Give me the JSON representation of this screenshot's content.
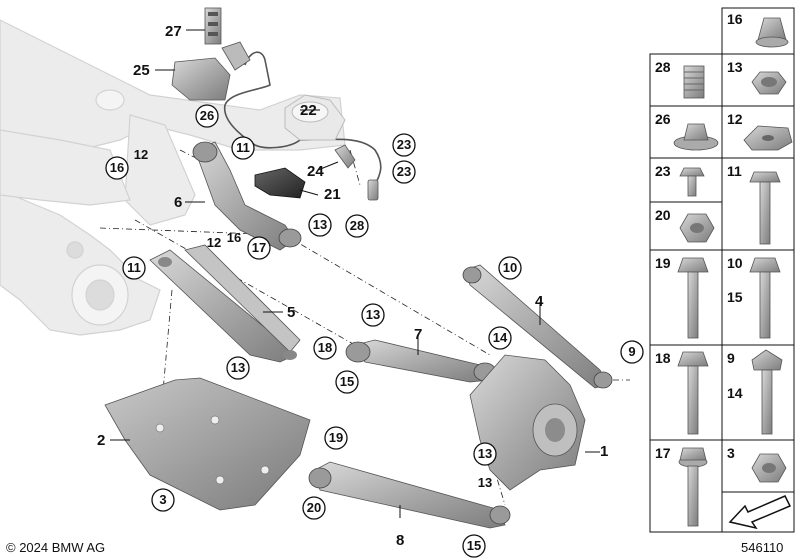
{
  "callout_labels": [
    "12",
    "16",
    "11",
    "26",
    "17",
    "16",
    "12",
    "11",
    "13",
    "13",
    "13",
    "13",
    "18",
    "15",
    "14",
    "9",
    "13",
    "20",
    "15",
    "3",
    "19",
    "23",
    "23",
    "28",
    "10"
  ],
  "plain_labels": [
    "27",
    "25",
    "22",
    "24",
    "21",
    "6",
    "5",
    "7",
    "4",
    "2",
    "1",
    "8"
  ],
  "parts_grid": {
    "cells": [
      {
        "label": "16",
        "icon": "nut-hex-flange-icon"
      },
      {
        "label": "28",
        "icon": "threaded-sleeve-icon"
      },
      {
        "label": "13",
        "icon": "collar-nut-icon"
      },
      {
        "label": "26",
        "icon": "flange-nut-icon"
      },
      {
        "label": "12",
        "icon": "washer-plate-icon"
      },
      {
        "label": "23",
        "icon": "short-bolt-icon"
      },
      {
        "label": "11",
        "icon": "long-bolt-icon"
      },
      {
        "label": "20",
        "icon": "hex-nut-icon"
      },
      {
        "label": "19",
        "icon": "hex-bolt-icon"
      },
      {
        "label": "10",
        "icon": "hex-bolt-icon"
      },
      {
        "label": "15",
        "icon": ""
      },
      {
        "label": "18",
        "icon": "torx-bolt-icon"
      },
      {
        "label": "9",
        "icon": "eccentric-bolt-icon"
      },
      {
        "label": "14",
        "icon": ""
      },
      {
        "label": "17",
        "icon": "flange-bolt-icon"
      },
      {
        "label": "3",
        "icon": "hex-nut-icon"
      },
      {
        "label": "",
        "icon": "arrow-down-left-icon"
      }
    ]
  },
  "footer": {
    "copyright": "© 2024 BMW AG",
    "reference": "546110"
  }
}
